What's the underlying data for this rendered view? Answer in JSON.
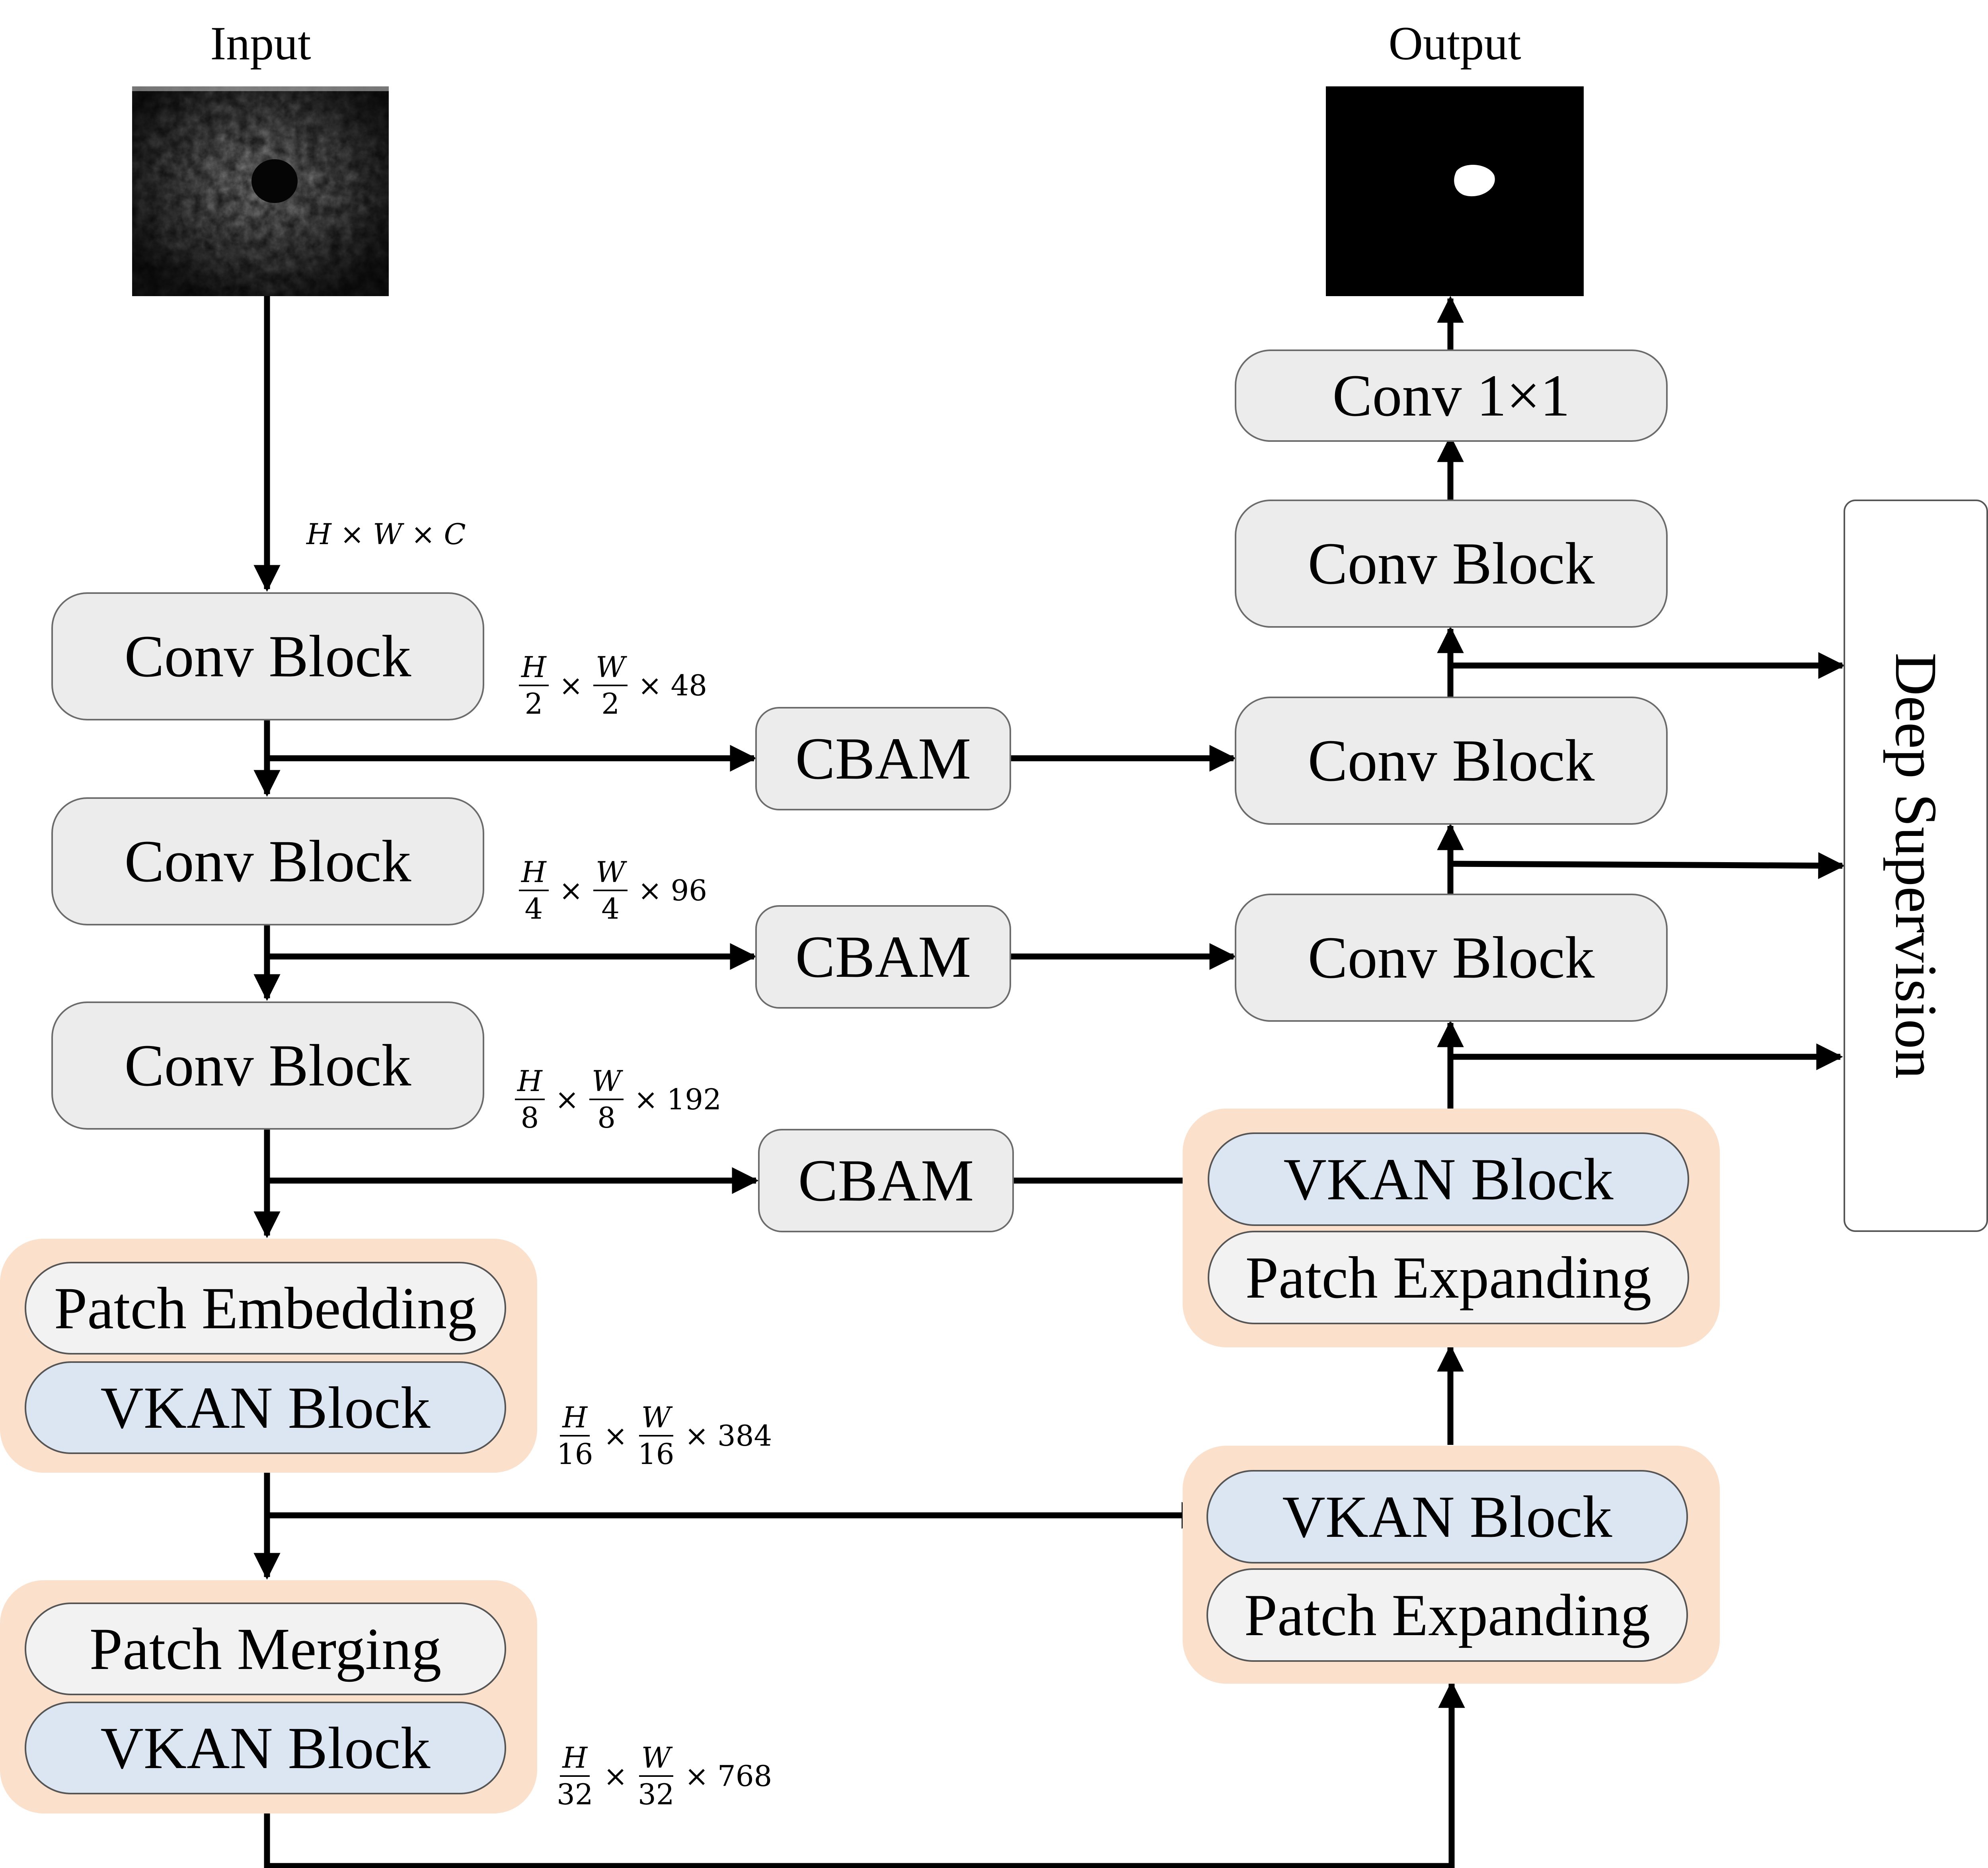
{
  "input": {
    "title": "Input"
  },
  "output": {
    "title": "Output"
  },
  "encoder": {
    "conv_block_1": "Conv Block",
    "conv_block_2": "Conv Block",
    "conv_block_3": "Conv Block",
    "stage4": {
      "top": "Patch Embedding",
      "bottom": "VKAN Block"
    },
    "stage5": {
      "top": "Patch Merging",
      "bottom": "VKAN Block"
    }
  },
  "skip": {
    "cbam_1": "CBAM",
    "cbam_2": "CBAM",
    "cbam_3": "CBAM"
  },
  "decoder": {
    "upper": {
      "top": "VKAN Block",
      "bottom": "Patch Expanding"
    },
    "lower": {
      "top": "VKAN Block",
      "bottom": "Patch Expanding"
    },
    "conv_block_a": "Conv Block",
    "conv_block_b": "Conv Block",
    "conv_block_c": "Conv Block",
    "conv_1x1": "Conv 1×1"
  },
  "deep_supervision": "Deep Supervision",
  "dims": {
    "input": {
      "h": "H",
      "w": "W",
      "c": "C",
      "times": "×"
    },
    "d1": {
      "h": "H",
      "hd": "2",
      "w": "W",
      "wd": "2",
      "c": "48"
    },
    "d2": {
      "h": "H",
      "hd": "4",
      "w": "W",
      "wd": "4",
      "c": "96"
    },
    "d3": {
      "h": "H",
      "hd": "8",
      "w": "W",
      "wd": "8",
      "c": "192"
    },
    "d4": {
      "h": "H",
      "hd": "16",
      "w": "W",
      "wd": "16",
      "c": "384"
    },
    "d5": {
      "h": "H",
      "hd": "32",
      "w": "W",
      "wd": "32",
      "c": "768"
    }
  },
  "colors": {
    "conv_fill": "#ececec",
    "vkan_fill": "#dce6f2",
    "group_fill": "#fbe0cc",
    "patch_fill": "#f2f2f2",
    "line": "#000000"
  }
}
